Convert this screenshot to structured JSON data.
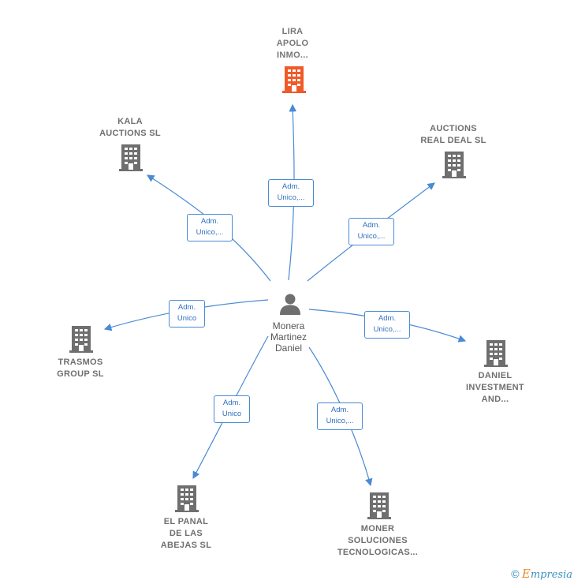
{
  "center": {
    "label": "Monera\nMartinez\nDaniel"
  },
  "nodes": [
    {
      "id": "lira",
      "label": "LIRA\nAPOLO\nINMO...",
      "highlight": true
    },
    {
      "id": "kala",
      "label": "KALA\nAUCTIONS  SL"
    },
    {
      "id": "auctions",
      "label": "AUCTIONS\nREAL DEAL  SL"
    },
    {
      "id": "trasmos",
      "label": "TRASMOS\nGROUP  SL"
    },
    {
      "id": "daniel",
      "label": "DANIEL\nINVESTMENT\nAND..."
    },
    {
      "id": "elpanal",
      "label": "EL PANAL\nDE LAS\nABEJAS SL"
    },
    {
      "id": "moner",
      "label": "MONER\nSOLUCIONES\nTECNOLOGICAS..."
    }
  ],
  "edges": [
    {
      "to": "lira",
      "label": "Adm.\nUnico,..."
    },
    {
      "to": "kala",
      "label": "Adm.\nUnico,..."
    },
    {
      "to": "auctions",
      "label": "Adm.\nUnico,..."
    },
    {
      "to": "trasmos",
      "label": "Adm.\nUnico"
    },
    {
      "to": "daniel",
      "label": "Adm.\nUnico,..."
    },
    {
      "to": "elpanal",
      "label": "Adm.\nUnico"
    },
    {
      "to": "moner",
      "label": "Adm.\nUnico,..."
    }
  ],
  "colors": {
    "edge": "#4a8ad4",
    "building": "#6f6f6f",
    "highlight": "#f05a28",
    "person": "#6f6f6f"
  },
  "footer": {
    "copyright": "©",
    "brand_first": "E",
    "brand_rest": "mpresia"
  }
}
